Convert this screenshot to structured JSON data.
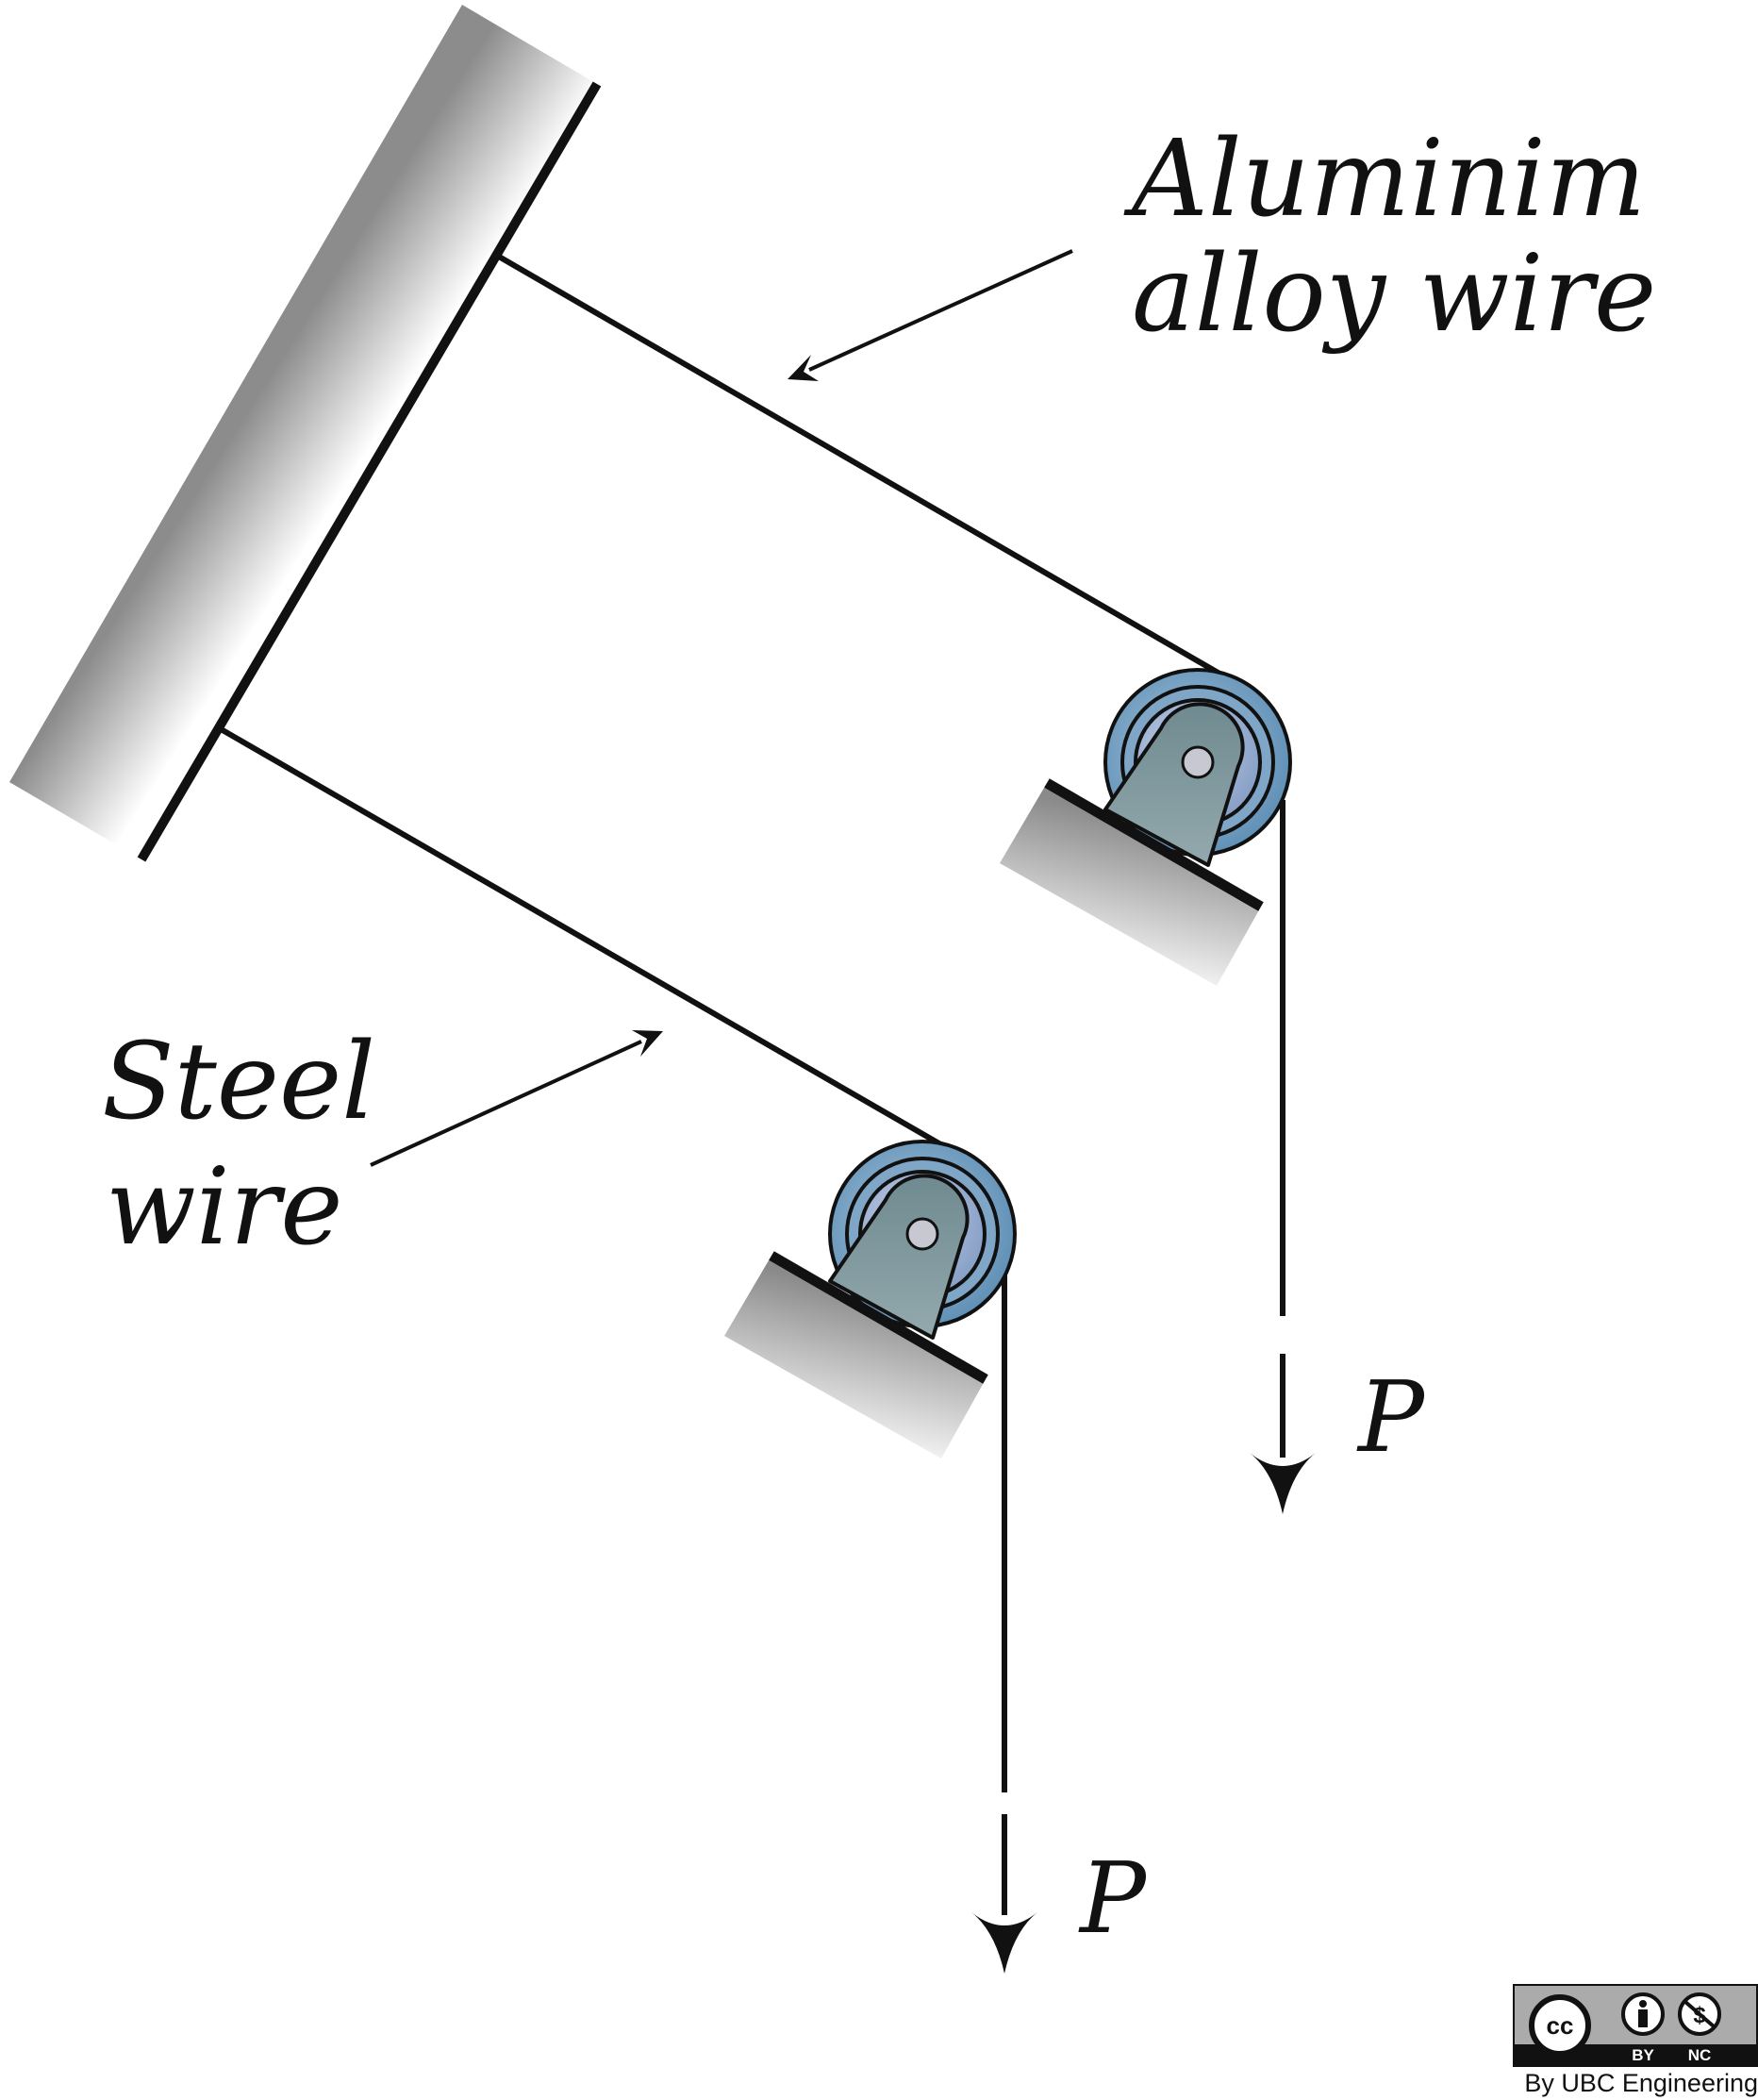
{
  "labels": {
    "aluminum_line1": "Aluminim",
    "aluminum_line2": "alloy wire",
    "steel_line1": "Steel",
    "steel_line2": "wire",
    "load_upper": "P",
    "load_lower": "P"
  },
  "license": {
    "cc": "cc",
    "by": "BY",
    "nc": "NC",
    "credit": "By UBC Engineering"
  },
  "colors": {
    "wire": "#111111",
    "pulley_outer": "#5f8fb5",
    "pulley_inner": "#8fb3cc",
    "bracket": "#7f979c",
    "pin": "#c7c7d0",
    "support_dark": "#8a8a8a"
  }
}
